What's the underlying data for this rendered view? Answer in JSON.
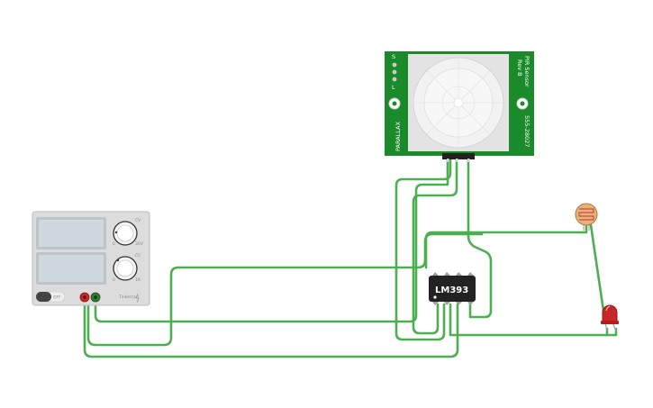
{
  "power_supply": {
    "off_label": "OFF",
    "knob1_max": "30V",
    "knob1_min": "0",
    "knob1_tag": "CV",
    "knob2_max": "1A",
    "knob2_min": "0",
    "knob2_tag": "CC",
    "brand": "Tinkercad",
    "colors": {
      "body": "#dcdcdc",
      "screen": "#cfd8dc",
      "positive": "#c62828",
      "negative": "#2e7d32"
    }
  },
  "pir_sensor": {
    "title": "PIR Sensor",
    "revision": "Rev B",
    "part_number": "555-28027",
    "brand": "PARALLAX",
    "jumper_s": "S",
    "jumper_l": "L",
    "colors": {
      "board": "#1b8a2a",
      "dome": "#eeeeee"
    }
  },
  "comparator": {
    "label": "LM393",
    "colors": {
      "body": "#222222"
    }
  },
  "photoresistor": {
    "colors": {
      "body": "#e8b27a"
    }
  },
  "led": {
    "colors": {
      "body": "#c62828"
    }
  },
  "wire_color": "#4caf50"
}
